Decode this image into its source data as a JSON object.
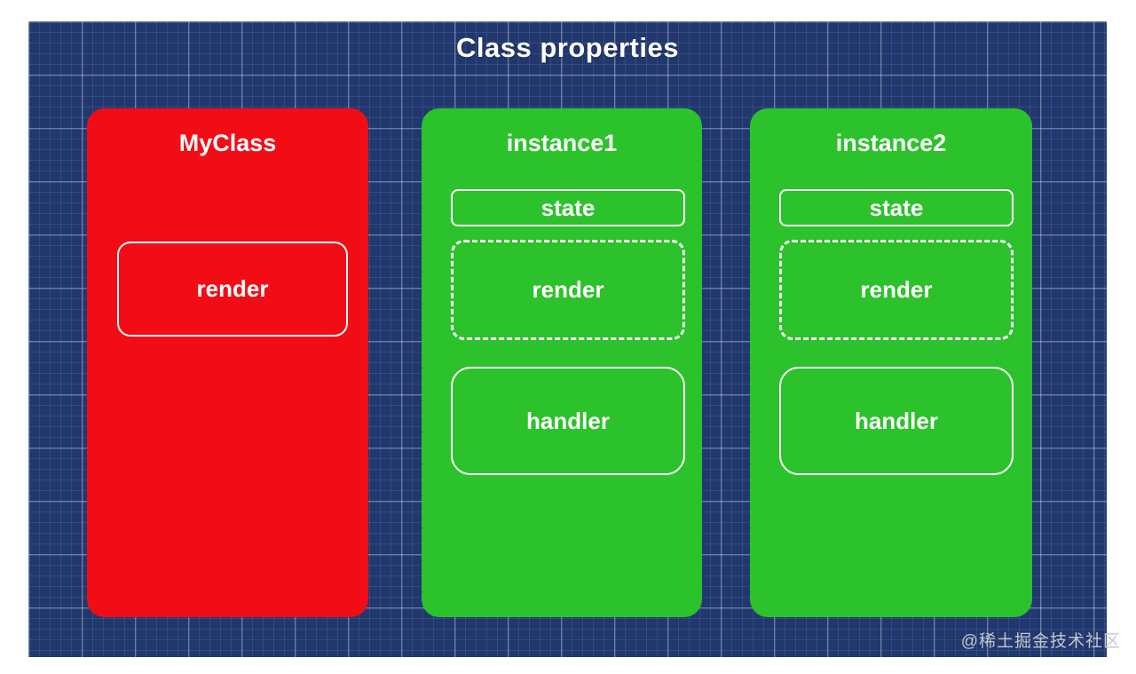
{
  "title": "Class properties",
  "watermark": "@稀土掘金技术社区",
  "colors": {
    "page_bg": "#ffffff",
    "blueprint_bg": "#21386f",
    "grid_minor": "rgba(255,255,255,0.09)",
    "grid_major": "rgba(255,255,255,0.27)",
    "class_card": "#f20d16",
    "instance_card": "#2bc22b",
    "box_border": "#ffffff",
    "text": "#ffffff",
    "watermark": "#c3c6cd"
  },
  "cards": [
    {
      "id": "myclass",
      "label": "MyClass",
      "type": "class",
      "boxes": [
        {
          "label": "render",
          "style": "solid"
        }
      ]
    },
    {
      "id": "instance1",
      "label": "instance1",
      "type": "instance",
      "boxes": [
        {
          "label": "state",
          "style": "solid"
        },
        {
          "label": "render",
          "style": "dashed"
        },
        {
          "label": "handler",
          "style": "solid"
        }
      ]
    },
    {
      "id": "instance2",
      "label": "instance2",
      "type": "instance",
      "boxes": [
        {
          "label": "state",
          "style": "solid"
        },
        {
          "label": "render",
          "style": "dashed"
        },
        {
          "label": "handler",
          "style": "solid"
        }
      ]
    }
  ]
}
